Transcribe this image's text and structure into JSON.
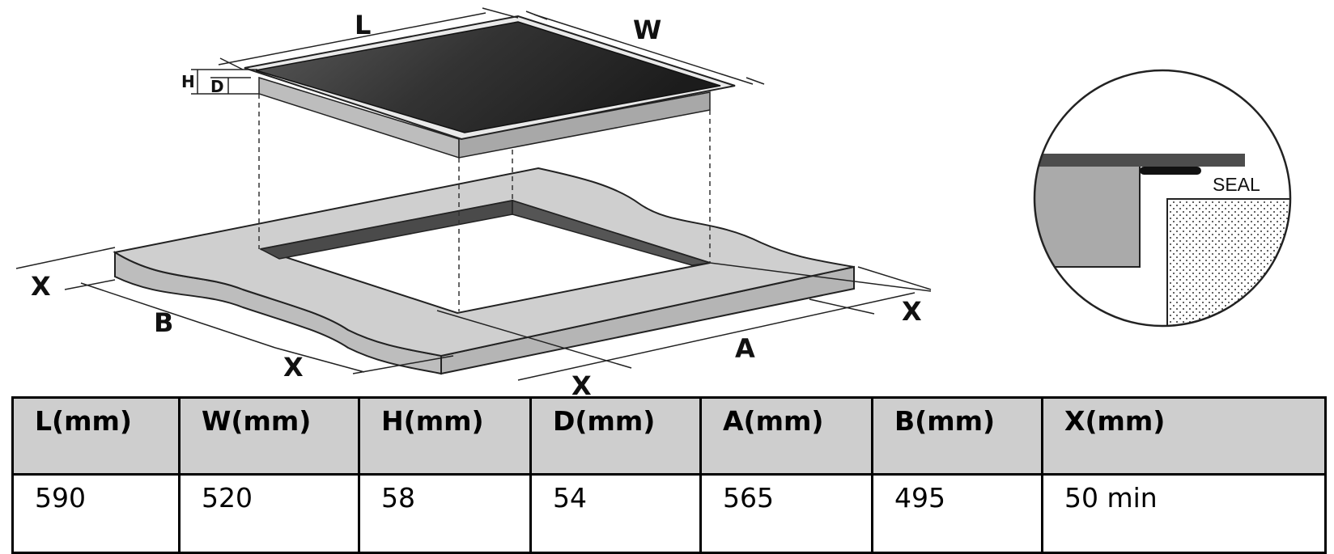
{
  "diagram": {
    "labels": {
      "L": "L",
      "W": "W",
      "H": "H",
      "D": "D",
      "A": "A",
      "B": "B",
      "X": "X"
    },
    "seal_label": "SEAL"
  },
  "table": {
    "headers": [
      "L(mm)",
      "W(mm)",
      "H(mm)",
      "D(mm)",
      "A(mm)",
      "B(mm)",
      "X(mm)"
    ],
    "values": [
      "590",
      "520",
      "58",
      "54",
      "565",
      "495",
      "50 min"
    ]
  },
  "colors": {
    "cooktop_glass": "#2a2a2a",
    "worktop": "#cfcfcf",
    "table_header": "#cecece"
  }
}
